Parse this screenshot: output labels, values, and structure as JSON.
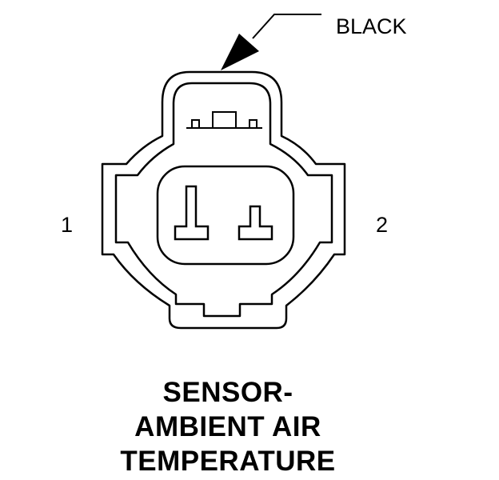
{
  "callout": {
    "label": "BLACK"
  },
  "pins": [
    {
      "label": "1"
    },
    {
      "label": "2"
    }
  ],
  "title": {
    "lines": [
      "SENSOR-",
      "AMBIENT AIR",
      "TEMPERATURE"
    ]
  }
}
